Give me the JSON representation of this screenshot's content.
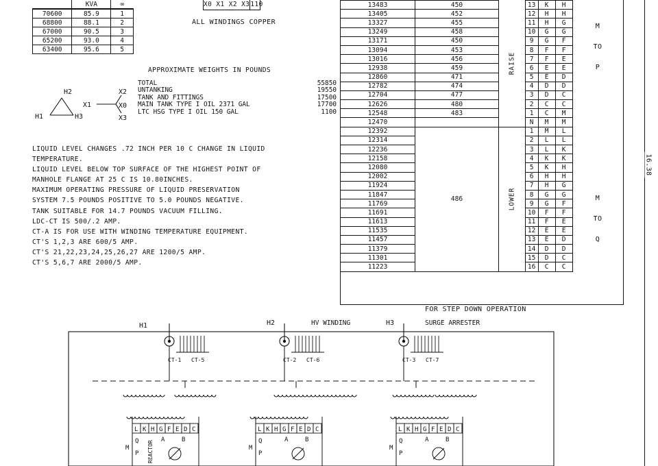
{
  "kva_table": {
    "headers": [
      "KVA",
      "∞"
    ],
    "rows": [
      {
        "v": "70600",
        "kva": "85.9",
        "pos": "1"
      },
      {
        "v": "68800",
        "kva": "88.1",
        "pos": "2"
      },
      {
        "v": "67000",
        "kva": "90.5",
        "pos": "3"
      },
      {
        "v": "65200",
        "kva": "93.0",
        "pos": "4"
      },
      {
        "v": "63400",
        "kva": "95.6",
        "pos": "5"
      }
    ]
  },
  "connection_box": {
    "terminals": "X0 X1 X2 X3",
    "value": "110"
  },
  "windings_note": "ALL WINDINGS COPPER",
  "weights": {
    "title": "APPROXIMATE WEIGHTS IN POUNDS",
    "items": [
      {
        "label": "TOTAL",
        "value": "55850"
      },
      {
        "label": "UNTANKING",
        "value": "19550"
      },
      {
        "label": "TANK AND FITTINGS",
        "value": "17500"
      },
      {
        "label": "MAIN TANK TYPE I OIL 2371 GAL",
        "value": "17700"
      },
      {
        "label": "LTC HSG TYPE I OIL 150 GAL",
        "value": "1100"
      }
    ]
  },
  "vector_diagram": {
    "hv": {
      "h1": "H1",
      "h2": "H2",
      "h3": "H3"
    },
    "lv": {
      "x0": "X0",
      "x1": "X1",
      "x2": "X2",
      "x3": "X3"
    }
  },
  "notes": [
    "LIQUID LEVEL CHANGES .72 INCH PER 10 C CHANGE IN LIQUID",
    "TEMPERATURE.",
    "LIQUID LEVEL BELOW TOP SURFACE OF THE HIGHEST POINT OF",
    "MANHOLE FLANGE AT 25 C IS 10.80INCHES.",
    "MAXIMUM OPERATING PRESSURE OF LIQUID PRESERVATION",
    "SYSTEM 7.5 POUNDS POSITIVE TO 5.0 POUNDS NEGATIVE.",
    "TANK SUITABLE FOR 14.7 POUNDS VACUUM FILLING.",
    "LDC-CT IS 500/.2   AMP.",
    "CT-A IS FOR USE WITH WINDING TEMPERATURE EQUIPMENT.",
    "CT'S 1,2,3 ARE 600/5 AMP.",
    "CT'S 21,22,23,24,25,26,27 ARE 1200/5 AMP.",
    "CT'S 5,6,7 ARE 2000/5 AMP."
  ],
  "ltc_table": {
    "raise_label": "RAISE",
    "lower_label": "LOWER",
    "raise_rows": [
      {
        "v": "13483",
        "a": "450",
        "pos": "13",
        "c1": "K",
        "c2": "H"
      },
      {
        "v": "13405",
        "a": "452",
        "pos": "12",
        "c1": "H",
        "c2": "H"
      },
      {
        "v": "13327",
        "a": "455",
        "pos": "11",
        "c1": "H",
        "c2": "G"
      },
      {
        "v": "13249",
        "a": "458",
        "pos": "10",
        "c1": "G",
        "c2": "G"
      },
      {
        "v": "13171",
        "a": "450",
        "pos": "9",
        "c1": "G",
        "c2": "F"
      },
      {
        "v": "13094",
        "a": "453",
        "pos": "8",
        "c1": "F",
        "c2": "F"
      },
      {
        "v": "13016",
        "a": "456",
        "pos": "7",
        "c1": "F",
        "c2": "E"
      },
      {
        "v": "12938",
        "a": "459",
        "pos": "6",
        "c1": "E",
        "c2": "E"
      },
      {
        "v": "12860",
        "a": "471",
        "pos": "5",
        "c1": "E",
        "c2": "D"
      },
      {
        "v": "12782",
        "a": "474",
        "pos": "4",
        "c1": "D",
        "c2": "D"
      },
      {
        "v": "12704",
        "a": "477",
        "pos": "3",
        "c1": "D",
        "c2": "C"
      },
      {
        "v": "12626",
        "a": "480",
        "pos": "2",
        "c1": "C",
        "c2": "C"
      },
      {
        "v": "12548",
        "a": "483",
        "pos": "1",
        "c1": "C",
        "c2": "M"
      }
    ],
    "neutral_row": {
      "v": "12470",
      "a": "",
      "pos": "N",
      "c1": "M",
      "c2": "M"
    },
    "lower_current": "486",
    "lower_rows": [
      {
        "v": "12392",
        "pos": "1",
        "c1": "M",
        "c2": "L"
      },
      {
        "v": "12314",
        "pos": "2",
        "c1": "L",
        "c2": "L"
      },
      {
        "v": "12236",
        "pos": "3",
        "c1": "L",
        "c2": "K"
      },
      {
        "v": "12158",
        "pos": "4",
        "c1": "K",
        "c2": "K"
      },
      {
        "v": "12080",
        "pos": "5",
        "c1": "K",
        "c2": "H"
      },
      {
        "v": "12002",
        "pos": "6",
        "c1": "H",
        "c2": "H"
      },
      {
        "v": "11924",
        "pos": "7",
        "c1": "H",
        "c2": "G"
      },
      {
        "v": "11847",
        "pos": "8",
        "c1": "G",
        "c2": "G"
      },
      {
        "v": "11769",
        "pos": "9",
        "c1": "G",
        "c2": "F"
      },
      {
        "v": "11691",
        "pos": "10",
        "c1": "F",
        "c2": "F"
      },
      {
        "v": "11613",
        "pos": "11",
        "c1": "F",
        "c2": "E"
      },
      {
        "v": "11535",
        "pos": "12",
        "c1": "E",
        "c2": "E"
      },
      {
        "v": "11457",
        "pos": "13",
        "c1": "E",
        "c2": "D"
      },
      {
        "v": "11379",
        "pos": "14",
        "c1": "D",
        "c2": "D"
      },
      {
        "v": "11301",
        "pos": "15",
        "c1": "D",
        "c2": "C"
      },
      {
        "v": "11223",
        "pos": "16",
        "c1": "C",
        "c2": "C"
      }
    ],
    "raise_range": [
      "M",
      "TO",
      "P"
    ],
    "lower_range": [
      "M",
      "TO",
      "Q"
    ],
    "footer": "FOR STEP DOWN OPERATION"
  },
  "dimension": "16.38",
  "wiring": {
    "h1": "H1",
    "h2": "H2",
    "h3": "H3",
    "hv_winding": "HV WINDING",
    "surge_arrester": "SURGE ARRESTER",
    "ct_labels": [
      "CT-1",
      "CT-5",
      "CT-2",
      "CT-6",
      "CT-3",
      "CT-7"
    ],
    "tap_letters": [
      "L",
      "K",
      "H",
      "G",
      "F",
      "E",
      "D",
      "C"
    ],
    "switch_labels": {
      "q": "Q",
      "m": "M",
      "p": "P",
      "a": "A",
      "b": "B"
    },
    "reactor": "REACTOR"
  }
}
